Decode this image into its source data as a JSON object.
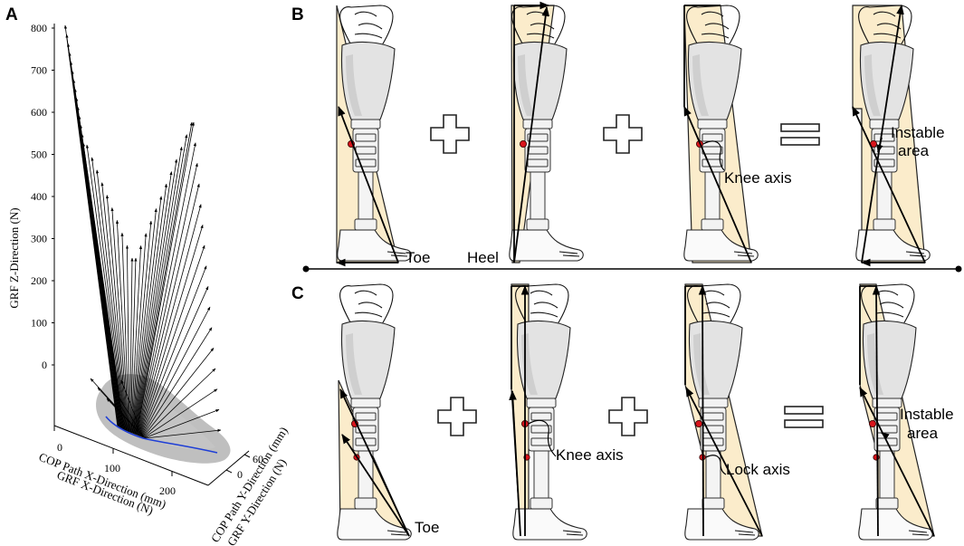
{
  "panels": {
    "a": {
      "letter": "A"
    },
    "b": {
      "letter": "B"
    },
    "c": {
      "letter": "C"
    }
  },
  "plot3d": {
    "z_axis_label": "GRF Z-Direction (N)",
    "z_ticks": [
      "800",
      "700",
      "600",
      "500",
      "400",
      "300",
      "200",
      "100",
      "0"
    ],
    "x_ticks": [
      "0",
      "100",
      "200"
    ],
    "x_axis_label_1": "COP Path X-Direction (mm)",
    "x_axis_label_2": "GRF X-Direction (N)",
    "y_ticks": [
      "0",
      "60"
    ],
    "y_axis_label_1": "COP Path Y-Direction (mm)",
    "y_axis_label_2": "GRF Y-Direction (N)",
    "cop_path_color": "#1f3fd6"
  },
  "row_b": {
    "label_toe": "Toe",
    "label_heel": "Heel",
    "label_knee_axis": "Knee axis",
    "label_instable_1": "Instable",
    "label_instable_2": "area"
  },
  "row_c": {
    "label_toe": "Toe",
    "label_knee_axis": "Knee axis",
    "label_lock_axis": "Lock axis",
    "label_instable_1": "Instable",
    "label_instable_2": "area"
  },
  "colors": {
    "joint": "#d8141b",
    "instable_area": "#fbeccb"
  }
}
